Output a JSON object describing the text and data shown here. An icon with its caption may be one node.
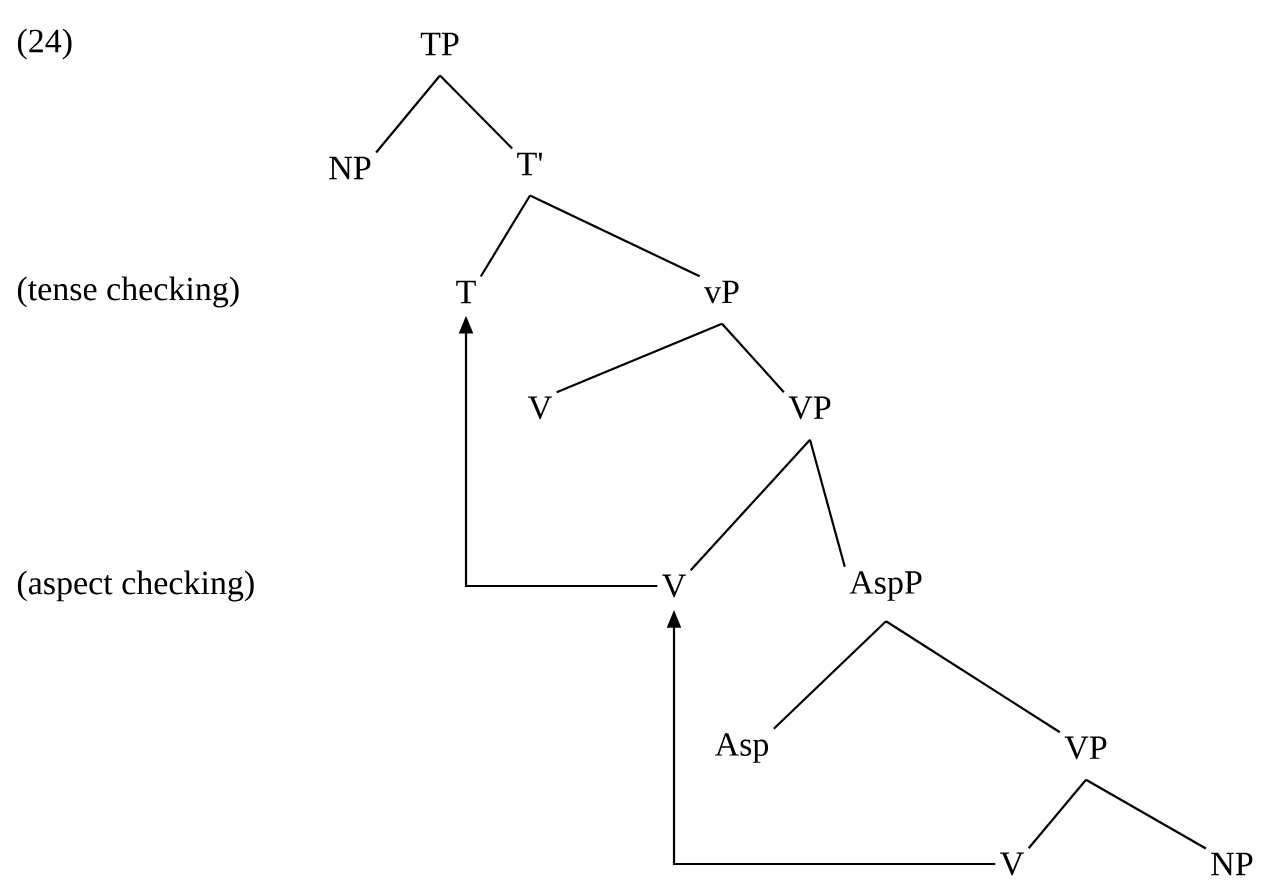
{
  "diagram": {
    "nodes": [
      {
        "text": [
          "TP"
        ]
      },
      {
        "text": [
          "NP"
        ]
      },
      {
        "text": [
          "T'"
        ]
      },
      {
        "text": [
          "T"
        ]
      },
      {
        "text": [
          "vP"
        ]
      },
      {
        "text": [
          "V"
        ]
      },
      {
        "text": [
          "VP"
        ]
      },
      {
        "text": [
          "V"
        ]
      },
      {
        "text": [
          "AspP"
        ]
      },
      {
        "text": [
          "Asp"
        ]
      },
      {
        "text": [
          "VP"
        ]
      },
      {
        "text": [
          "V"
        ]
      },
      {
        "text": [
          "NP"
        ]
      }
    ],
    "edges": [
      {
        "from": 0,
        "to": 1,
        "arrow": "none"
      },
      {
        "from": 0,
        "to": 2,
        "arrow": "none"
      },
      {
        "from": 2,
        "to": 3,
        "arrow": "none"
      },
      {
        "from": 2,
        "to": 4,
        "arrow": "none"
      },
      {
        "from": 4,
        "to": 5,
        "arrow": "none"
      },
      {
        "from": 4,
        "to": 6,
        "arrow": "none"
      },
      {
        "from": 6,
        "to": 7,
        "arrow": "none"
      },
      {
        "from": 6,
        "to": 8,
        "arrow": "none"
      },
      {
        "from": 8,
        "to": 9,
        "arrow": "none"
      },
      {
        "from": 8,
        "to": 10,
        "arrow": "none"
      },
      {
        "from": 10,
        "to": 11,
        "arrow": "none"
      },
      {
        "from": 10,
        "to": 12,
        "arrow": "none"
      },
      {
        "from": 11,
        "to": 7,
        "arrow": "to"
      },
      {
        "from": 7,
        "to": 3,
        "arrow": "to"
      }
    ],
    "labels": [
      "(24)",
      "(tense checking)",
      "(aspect checking)"
    ]
  }
}
